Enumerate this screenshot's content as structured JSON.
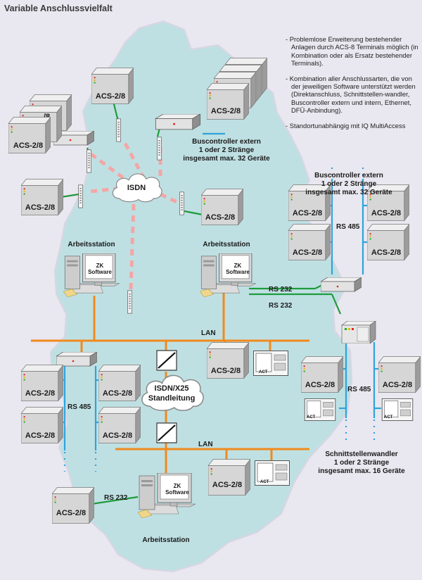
{
  "title": "Variable Anschlussvielfalt",
  "bullets": [
    "- Problemlose Erweiterung bestehender Anlagen durch ACS-8 Terminals möglich (in Kombination oder als Ersatz bestehender Terminals).",
    "- Kombination aller Anschlussarten, die von der jeweiligen Software unterstützt werden (Direktanschluss, Schnittstellen-wandler, Buscontroller extern und intern, Ethernet, DFÜ-Anbindung).",
    "- Standortunabhängig mit IQ MultiAccess"
  ],
  "labels": {
    "device": "ACS-2/8",
    "device_partial": "/8",
    "act": "ACT",
    "isdn": "ISDN",
    "isdn_x25_1": "ISDN/X25",
    "isdn_x25_2": "Standleitung",
    "lan": "LAN",
    "rs485": "RS 485",
    "rs232": "RS 232",
    "zk1": "ZK",
    "zk2": "Software",
    "arbeitsstation": "Arbeitsstation",
    "bus_top_1": "Buscontroller extern",
    "bus_top_2": "1 oder 2 Stränge",
    "bus_top_3": "insgesamt max. 32 Geräte",
    "bus_right_1": "Buscontroller extern",
    "bus_right_2": "1 oder 2 Stränge",
    "bus_right_3": "insgesamt max. 32 Geräte",
    "sw_1": "Schnittstellenwandler",
    "sw_2": "1 oder 2 Stränge",
    "sw_3": "insgesamt max. 16 Geräte"
  },
  "colors": {
    "lan": "#f08a1e",
    "rs485": "#2fa3dc",
    "rs232": "#1e9b3a",
    "isdn_dash": "#f4a6a6",
    "map": "#bfe0e3"
  }
}
